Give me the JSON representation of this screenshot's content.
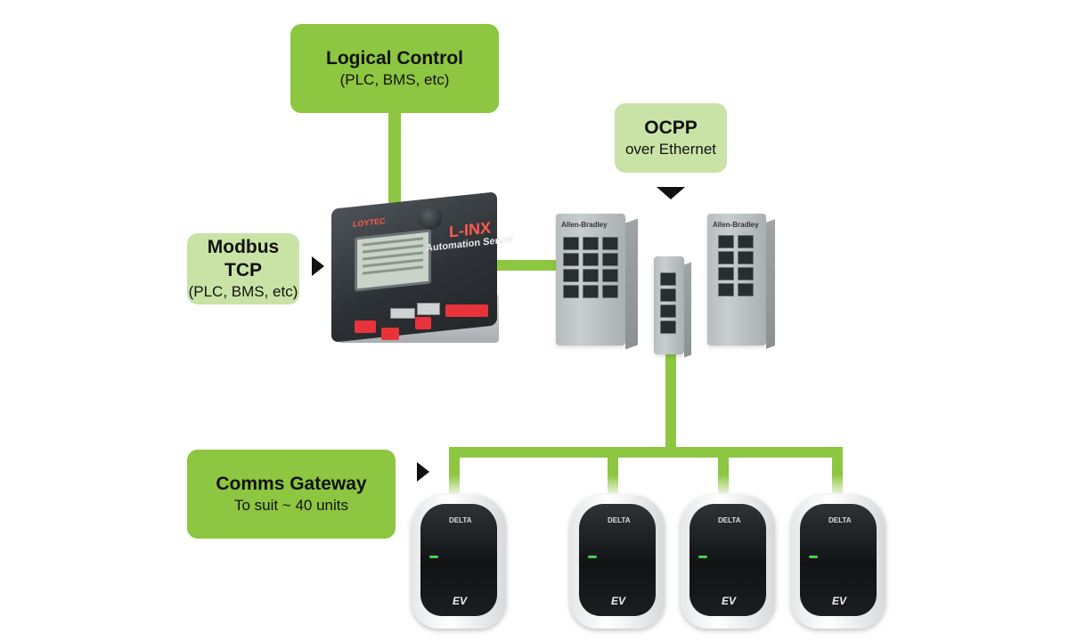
{
  "colors": {
    "line_green": "#8dc641",
    "box_dark_green": "#8dc641",
    "box_light_green": "#c9e3a6",
    "arrow": "#111111"
  },
  "logical_control": {
    "title": "Logical Control",
    "subtitle": "(PLC, BMS, etc)"
  },
  "ocpp": {
    "title": "OCPP",
    "subtitle": "over Ethernet"
  },
  "modbus": {
    "title": "Modbus TCP",
    "subtitle": "(PLC, BMS, etc)"
  },
  "comms_gateway": {
    "title": "Comms Gateway",
    "subtitle": "To suit ~ 40 units"
  },
  "controller": {
    "brand": "LOYTEC",
    "product": "L-INX",
    "subtitle": "Automation Server",
    "icon": "controller-device"
  },
  "switches": {
    "brand": "Allen-Bradley",
    "icon": "ethernet-switch"
  },
  "chargers": {
    "brand": "DELTA",
    "label": "EV",
    "icon": "ev-charger"
  }
}
